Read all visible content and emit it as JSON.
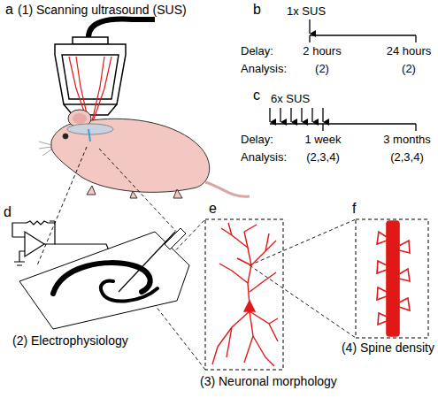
{
  "diagram": {
    "labels": [
      "a",
      "(1) Scanning ultrasound (SUS)",
      "b",
      "1x SUS",
      "Delay:",
      "2 hours",
      "24 hours",
      "Analysis:",
      "(2)",
      "(2)",
      "c",
      "6x SUS",
      "Delay:",
      "1 week",
      "3 months",
      "Analysis:",
      "(2,3,4)",
      "(2,3,4)",
      "d",
      "(2) Electrophysiology",
      "e",
      "(3) Neuronal morphology",
      "f",
      "(4) Spine density"
    ]
  }
}
